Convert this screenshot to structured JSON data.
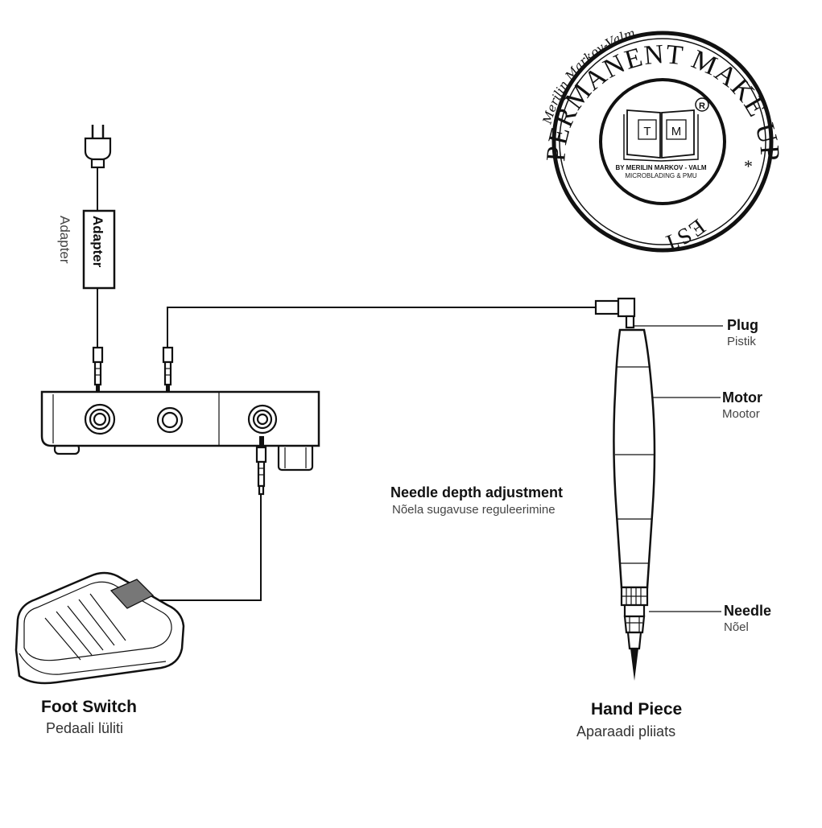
{
  "adapter": {
    "box_label": "Adapter",
    "side_label": "Adapter"
  },
  "handpiece_parts": {
    "plug": {
      "label": "Plug",
      "label_et": "Pistik"
    },
    "motor": {
      "label": "Motor",
      "label_et": "Mootor"
    },
    "needle_depth": {
      "label": "Needle depth adjustment",
      "label_et": "Nõela sugavuse reguleerimine"
    },
    "needle": {
      "label": "Needle",
      "label_et": "Nõel"
    }
  },
  "foot_switch": {
    "title": "Foot Switch",
    "subtitle": "Pedaali lüliti"
  },
  "hand_piece": {
    "title": "Hand Piece",
    "subtitle": "Aparaadi pliiats"
  },
  "logo": {
    "ring_text": "PERMANENT MAKE UP",
    "ring_text_bottom": "EST",
    "script_text": "Merilin Markov-Valm",
    "book_text": "TM",
    "registered": "R",
    "byline": "BY MERILIN MARKOV - VALM",
    "tagline": "MICROBLADING & PMU"
  }
}
